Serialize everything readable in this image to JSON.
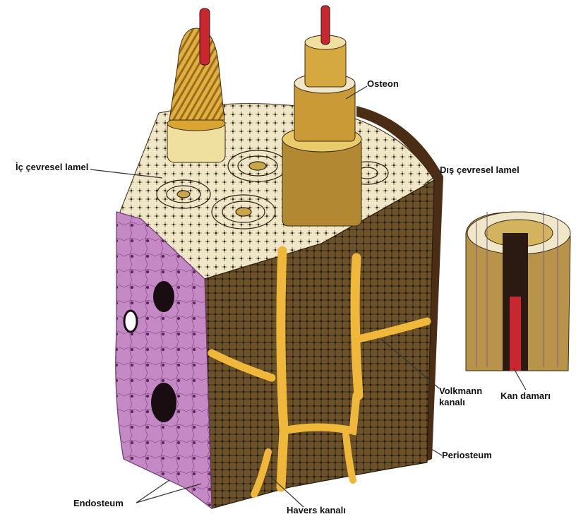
{
  "labels": {
    "osteon": "Osteon",
    "inner_circumferential_lamella": "İç çevresel lamel",
    "outer_circumferential_lamella": "Dış çevresel lamel",
    "volkmann_canal_line1": "Volkmann",
    "volkmann_canal_line2": "kanalı",
    "blood_vessel": "Kan damarı",
    "periosteum": "Periosteum",
    "endosteum": "Endosteum",
    "haversian_canal": "Havers kanalı"
  },
  "colors": {
    "bone_dark": "#5a4422",
    "bone_mid": "#8a6a35",
    "lamella_yellow": "#e6b53e",
    "lamella_cream": "#efe7c8",
    "endosteum_purple": "#c58ac6",
    "blood_vessel_red": "#c8272f",
    "canal_yellow": "#f0b83a"
  }
}
